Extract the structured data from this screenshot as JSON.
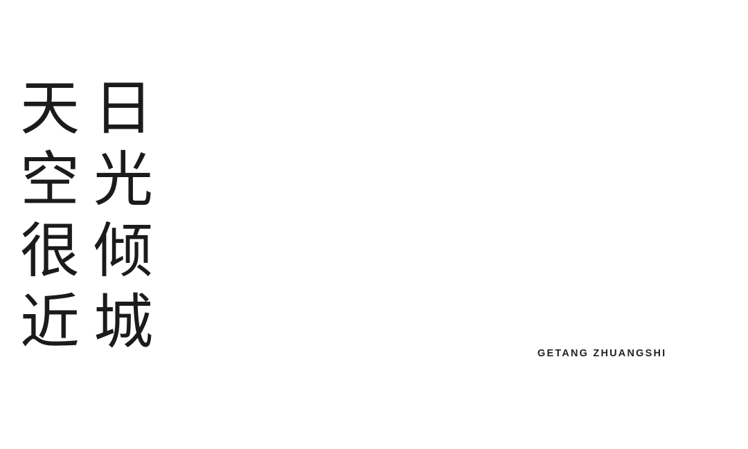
{
  "poem": {
    "columns": [
      {
        "chars": [
          "天",
          "空",
          "很",
          "近"
        ],
        "text": "天空很近"
      },
      {
        "chars": [
          "日",
          "光",
          "倾",
          "城"
        ],
        "text": "日光倾城"
      }
    ]
  },
  "brand": {
    "text": "GETANG ZHUANGSHI"
  },
  "colors": {
    "background": "#ffffff",
    "text": "#1b1b1b"
  }
}
